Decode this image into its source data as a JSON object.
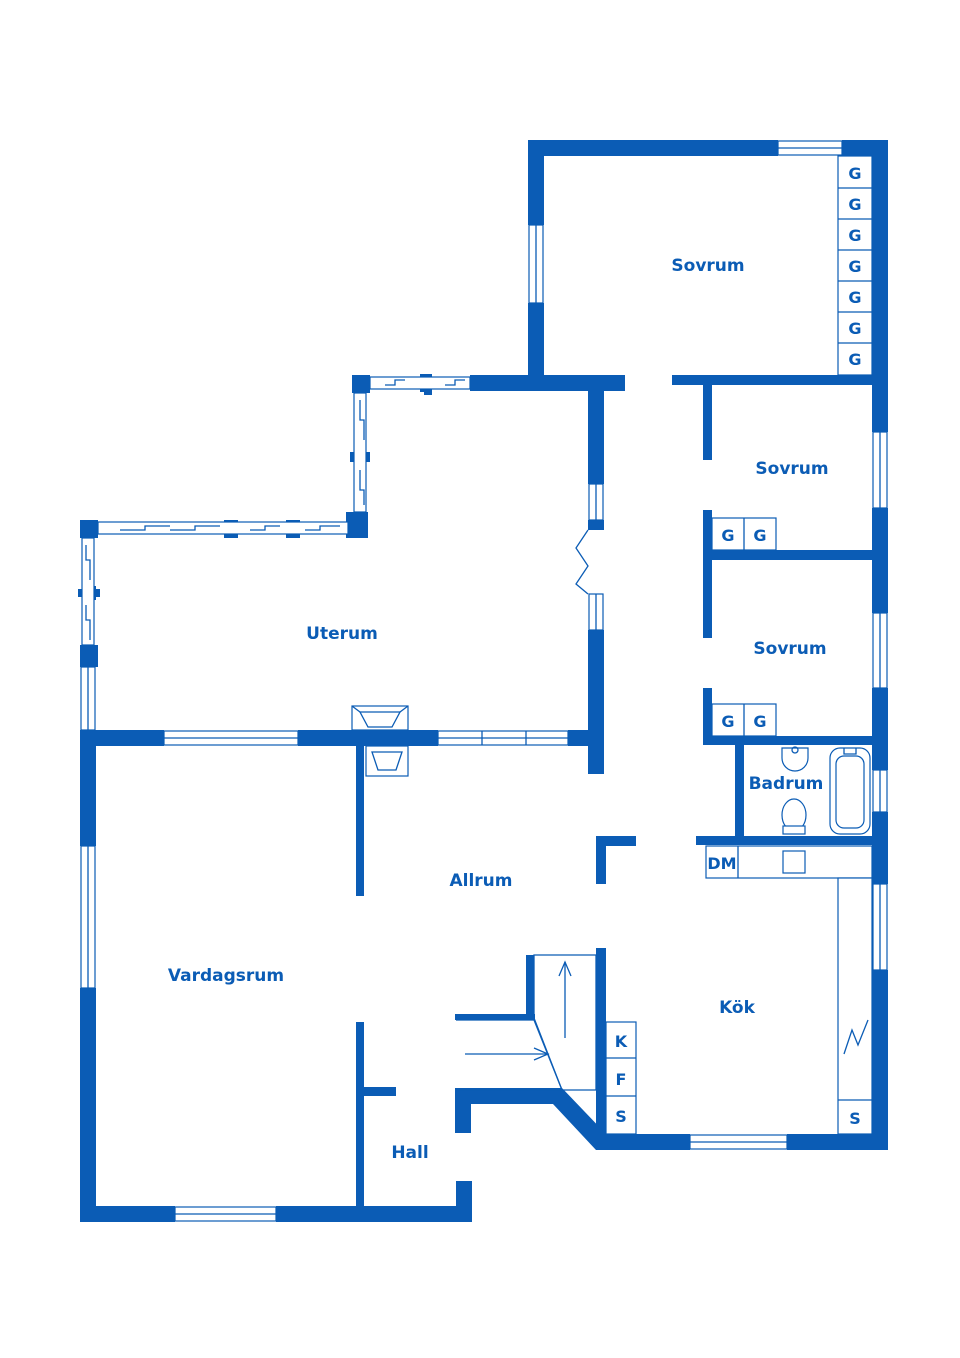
{
  "plan": {
    "rooms": {
      "sovrum_main": "Sovrum",
      "sovrum_2": "Sovrum",
      "sovrum_3": "Sovrum",
      "uterum": "Uterum",
      "badrum": "Badrum",
      "allrum": "Allrum",
      "vardagsrum": "Vardagsrum",
      "kok": "Kök",
      "hall": "Hall"
    },
    "marks": {
      "wardrobe": "G",
      "dishwasher": "DM",
      "fridge": "K",
      "freezer": "F",
      "cabinet": "S"
    }
  }
}
